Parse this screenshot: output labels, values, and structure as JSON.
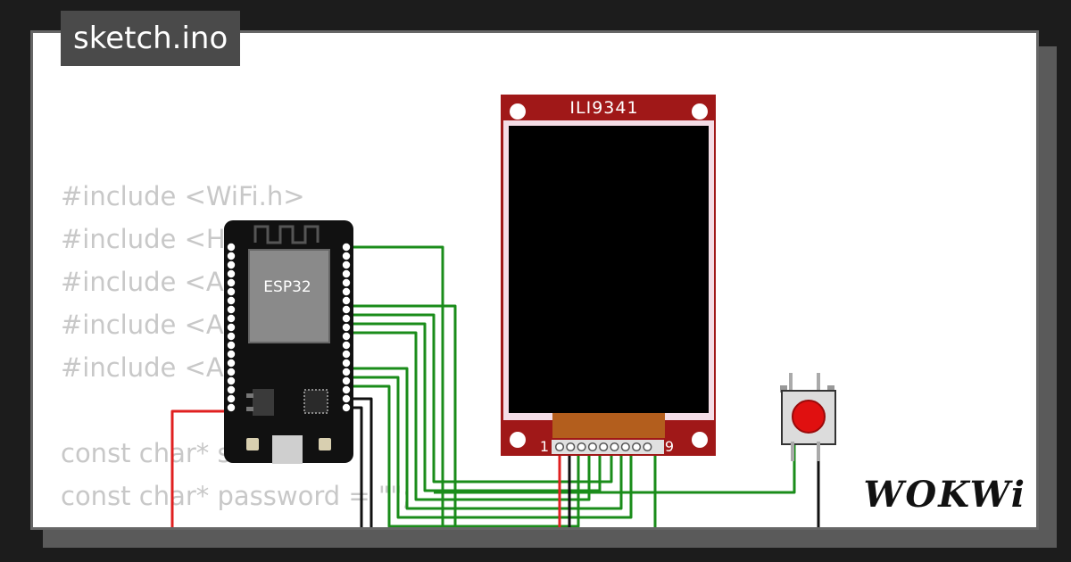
{
  "title": "sketch.ino",
  "code_lines": [
    "#include <WiFi.h>",
    "#include <H",
    "#include <Ar",
    "#include <Ac",
    "#include <Ac",
    "",
    "const char* ssid",
    "const char* password = \"\";"
  ],
  "components": {
    "esp32": {
      "label": "ESP32"
    },
    "display": {
      "label": "ILI9341",
      "pin_start": "1",
      "pin_end": "9"
    },
    "button": {
      "color": "#e01010"
    }
  },
  "brand": "WOKWi",
  "colors": {
    "background": "#1c1c1c",
    "wire_green": "#1a8c1a",
    "wire_red": "#e02020",
    "wire_black": "#111111",
    "display_board": "#a01818",
    "code_text": "#c8c8c8"
  }
}
